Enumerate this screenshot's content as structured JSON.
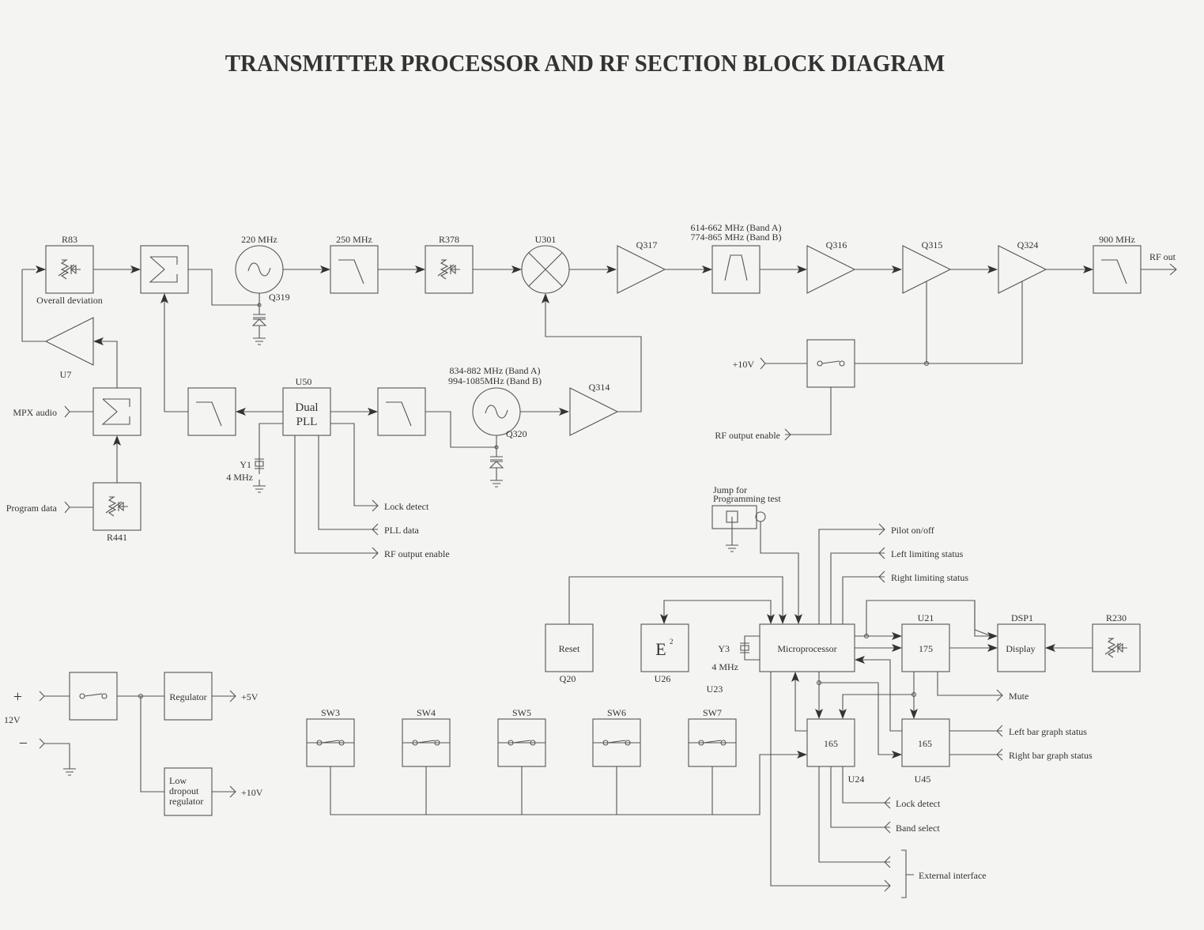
{
  "title": "TRANSMITTER PROCESSOR AND RF SECTION BLOCK DIAGRAM",
  "rf_chain": {
    "r83": {
      "ref": "R83",
      "caption": "Overall deviation"
    },
    "osc1": {
      "freq": "220 MHz",
      "ref": "Q319"
    },
    "lpf250": {
      "freq": "250 MHz"
    },
    "r378": {
      "ref": "R378"
    },
    "mixer": {
      "ref": "U301"
    },
    "q317": {
      "ref": "Q317"
    },
    "bpf": {
      "band_a": "614-662 MHz (Band A)",
      "band_b": "774-865 MHz (Band B)"
    },
    "q316": {
      "ref": "Q316"
    },
    "q315": {
      "ref": "Q315"
    },
    "q324": {
      "ref": "Q324"
    },
    "lpf900": {
      "freq": "900 MHz"
    },
    "rf_out": "RF out"
  },
  "audio": {
    "u7": {
      "ref": "U7"
    },
    "mpx_audio": "MPX audio",
    "program_data": "Program data",
    "r441": {
      "ref": "R441"
    }
  },
  "pll": {
    "ref": "U50",
    "line1": "Dual",
    "line2": "PLL",
    "y1": {
      "ref": "Y1",
      "freq": "4 MHz"
    },
    "lock_detect": "Lock detect",
    "pll_data": "PLL data",
    "rf_output_enable": "RF output enable"
  },
  "osc2": {
    "band_a": "834-882 MHz (Band A)",
    "band_b": "994-1085MHz (Band B)",
    "ref": "Q320"
  },
  "q314": {
    "ref": "Q314"
  },
  "switch10v": {
    "input": "+10V",
    "control": "RF output enable"
  },
  "power": {
    "supply": "12V",
    "plus": "+",
    "minus": "−",
    "regulator": "Regulator",
    "out5v": "+5V",
    "ldo_l1": "Low",
    "ldo_l2": "dropout",
    "ldo_l3": "regulator",
    "out10v": "+10V"
  },
  "switches": [
    "SW3",
    "SW4",
    "SW5",
    "SW6",
    "SW7"
  ],
  "control": {
    "jumper_l1": "Jump for",
    "jumper_l2": "Programming test",
    "reset": {
      "label": "Reset",
      "ref": "Q20"
    },
    "eeprom": {
      "label": "E",
      "sup": "2",
      "ref": "U26"
    },
    "y3": {
      "ref": "Y3",
      "freq": "4 MHz"
    },
    "mcu": {
      "label": "Microprocessor",
      "ref": "U23"
    },
    "u21": {
      "ref": "U21",
      "label": "175"
    },
    "dsp1": {
      "ref": "DSP1",
      "label": "Display"
    },
    "r230": {
      "ref": "R230"
    },
    "u24": {
      "ref": "U24",
      "label": "165"
    },
    "u45": {
      "ref": "U45",
      "label": "165"
    },
    "signals": {
      "pilot": "Pilot on/off",
      "left_limit": "Left limiting status",
      "right_limit": "Right limiting status",
      "mute": "Mute",
      "left_bar": "Left bar graph status",
      "right_bar": "Right bar graph status",
      "lock_detect": "Lock detect",
      "band_select": "Band select",
      "external": "External interface"
    }
  }
}
